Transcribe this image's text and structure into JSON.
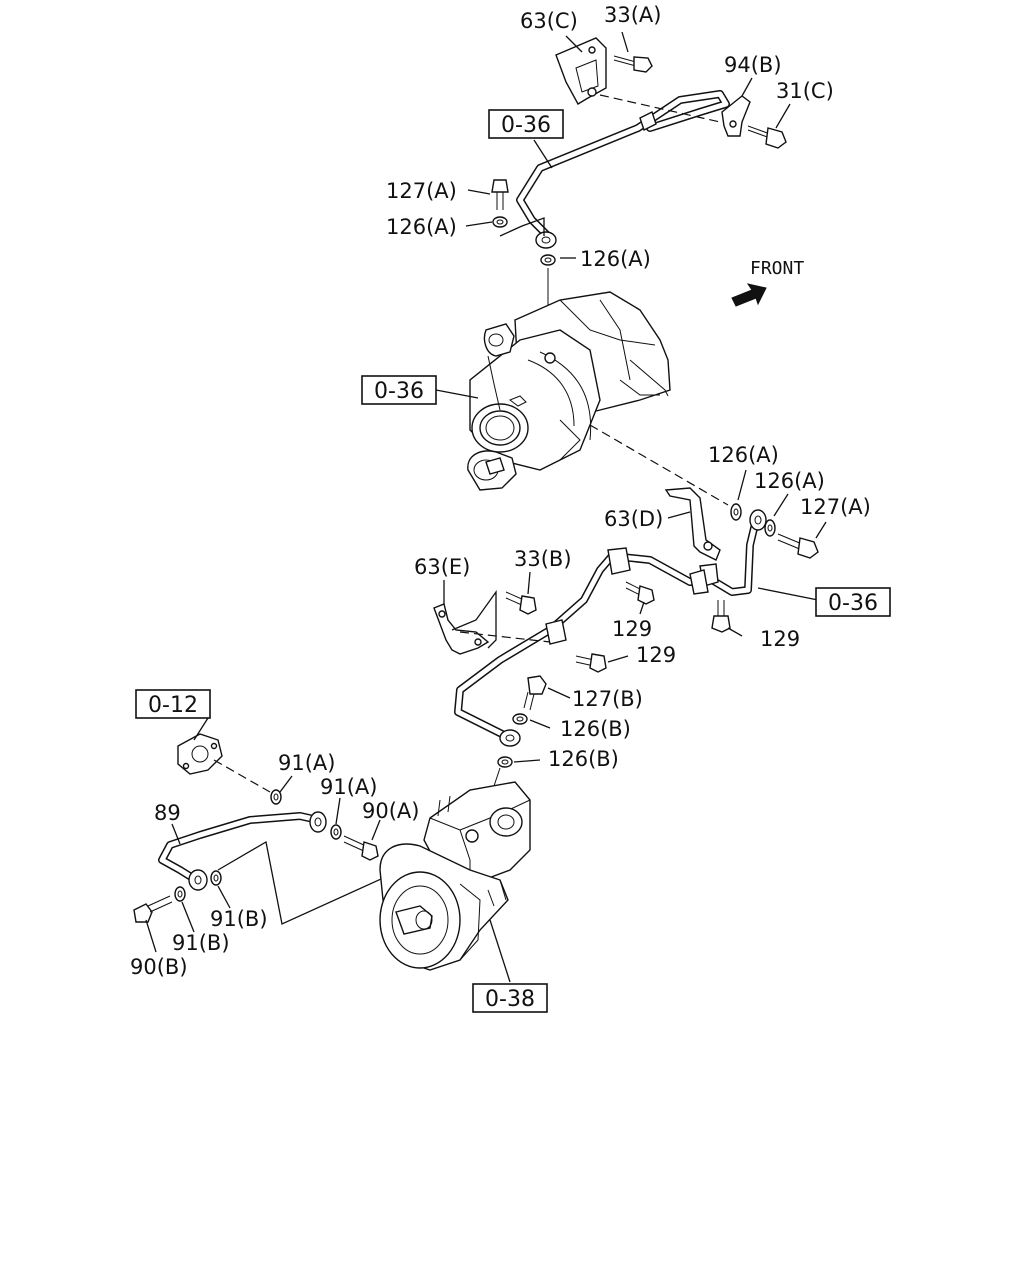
{
  "diagram": {
    "front_label": "FRONT",
    "ref_boxes": {
      "top_pipe": "0-36",
      "turbo": "0-36",
      "mid_pipe": "0-36",
      "sensor": "0-12",
      "compressor": "0-38"
    },
    "callouts": {
      "bracket_c": "63(C)",
      "bolt_33a": "33(A)",
      "clip_94b": "94(B)",
      "bolt_31c": "31(C)",
      "bolt_127a_top": "127(A)",
      "washer_126a_top": "126(A)",
      "washer_126a_turbo": "126(A)",
      "washer_126a_mid1": "126(A)",
      "washer_126a_mid2": "126(A)",
      "bolt_127a_mid": "127(A)",
      "bracket_d": "63(D)",
      "bracket_e": "63(E)",
      "bolt_33b": "33(B)",
      "bolt_129_a": "129",
      "bolt_129_b": "129",
      "bolt_129_c": "129",
      "bolt_127b": "127(B)",
      "washer_126b_1": "126(B)",
      "washer_126b_2": "126(B)",
      "washer_91a_1": "91(A)",
      "washer_91a_2": "91(A)",
      "bolt_90a": "90(A)",
      "pipe_89": "89",
      "washer_91b_1": "91(B)",
      "washer_91b_2": "91(B)",
      "bolt_90b": "90(B)"
    }
  }
}
